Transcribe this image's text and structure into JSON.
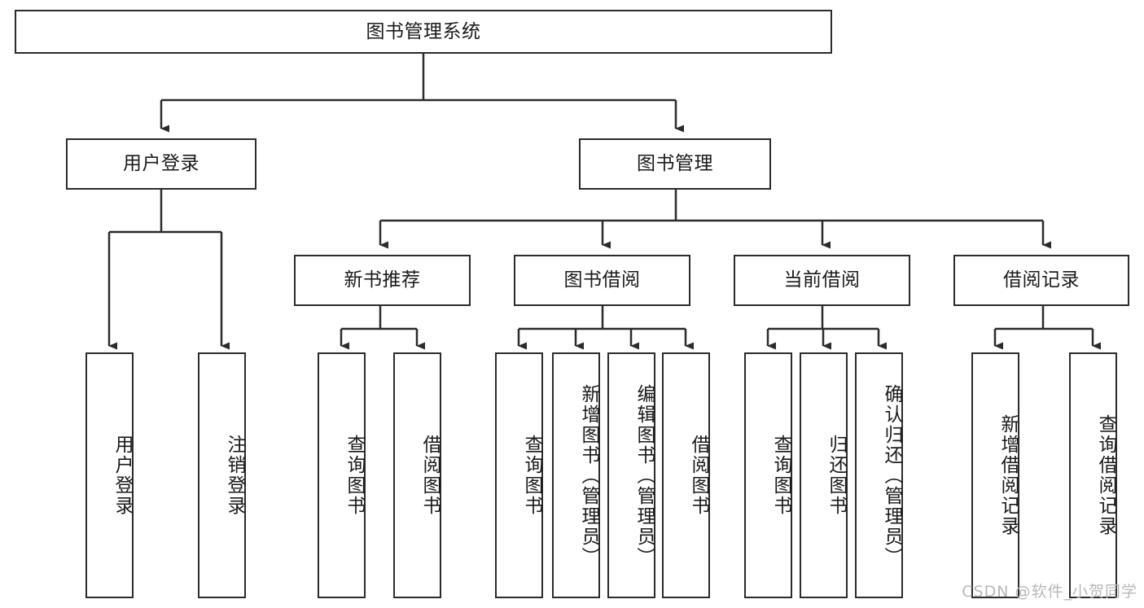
{
  "diagram": {
    "type": "tree-hierarchy",
    "title": "图书管理系统",
    "watermark": "CSDN @软件_小贺同学",
    "colors": {
      "box_border": "#2b2b2b",
      "box_fill": "#ffffff",
      "edge": "#2b2b2b",
      "text": "#1a1a1a",
      "watermark": "#b8b8b8",
      "background": "#ffffff"
    },
    "levels": {
      "root": {
        "label": "图书管理系统"
      },
      "level2": [
        {
          "id": "user-login",
          "label": "用户登录"
        },
        {
          "id": "book-management",
          "label": "图书管理"
        }
      ],
      "level3": [
        {
          "id": "new-book-recommend",
          "label": "新书推荐",
          "parent": "book-management"
        },
        {
          "id": "book-borrow",
          "label": "图书借阅",
          "parent": "book-management"
        },
        {
          "id": "current-borrow",
          "label": "当前借阅",
          "parent": "book-management"
        },
        {
          "id": "borrow-record",
          "label": "借阅记录",
          "parent": "book-management"
        }
      ],
      "leaves": {
        "user-login": [
          {
            "id": "leaf-user-login",
            "label": "用户登录"
          },
          {
            "id": "leaf-logout-login",
            "label": "注销登录"
          }
        ],
        "new-book-recommend": [
          {
            "id": "leaf-query-book-1",
            "label": "查询图书"
          },
          {
            "id": "leaf-borrow-book-1",
            "label": "借阅图书"
          }
        ],
        "book-borrow": [
          {
            "id": "leaf-query-book-2",
            "label": "查询图书"
          },
          {
            "id": "leaf-add-book",
            "label": "新增图书（管理员）"
          },
          {
            "id": "leaf-edit-book",
            "label": "编辑图书（管理员）"
          },
          {
            "id": "leaf-borrow-book-2",
            "label": "借阅图书"
          }
        ],
        "current-borrow": [
          {
            "id": "leaf-query-book-3",
            "label": "查询图书"
          },
          {
            "id": "leaf-return-book",
            "label": "归还图书"
          },
          {
            "id": "leaf-confirm-return",
            "label": "确认归还（管理员）"
          }
        ],
        "borrow-record": [
          {
            "id": "leaf-add-record",
            "label": "新增借阅记录"
          },
          {
            "id": "leaf-query-record",
            "label": "查询借阅记录"
          }
        ]
      }
    }
  }
}
